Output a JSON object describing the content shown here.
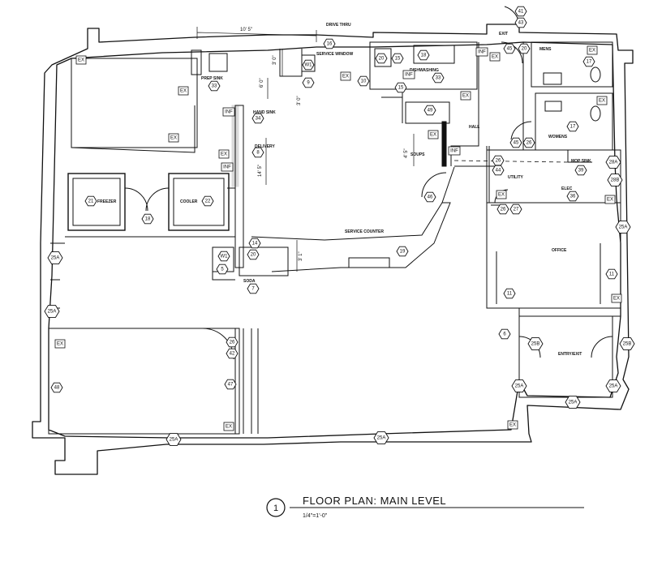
{
  "title": {
    "number": "1",
    "text": "FLOOR PLAN: MAIN LEVEL",
    "scale": "1/4\"=1'-0\""
  },
  "dimensions": {
    "top_width": "10' 5\"",
    "d_3_0_a": "3' 0\"",
    "d_6_0": "6' 0\"",
    "d_3_0_b": "3' 0\"",
    "d_14_5": "14' 5\"",
    "d_4_5": "4' 5\"",
    "d_3_1": "3' 1\""
  },
  "room_labels": {
    "drive_thru": "DRIVE THRU",
    "service_window": "SERVICE WINDOW",
    "prep_sink": "PREP SINK",
    "dishwashing": "DISHWASHING",
    "hand_sink": "HAND SINK",
    "delivery": "DELIVERY",
    "freezer": "FREEZER",
    "cooler": "COOLER",
    "service_counter": "SERVICE COUNTER",
    "soda": "SODA",
    "hall": "HALL",
    "soups": "SOUPS",
    "exit": "EXIT",
    "mens": "MENS",
    "womens": "WOMENS",
    "utility": "UTILITY",
    "mop_sink": "MOP SINK",
    "elec": "ELEC",
    "office": "OFFICE",
    "entry_exit": "ENTRY/EXIT"
  },
  "tags": {
    "t16": "16",
    "t20a": "20",
    "t15a": "15",
    "t18": "18",
    "t33a": "33",
    "t10": "10",
    "t9": "9",
    "w1a": "W1",
    "t33b": "33",
    "t34": "34",
    "t8": "8",
    "t49": "49",
    "t15b": "15",
    "t21": "21",
    "t22": "22",
    "t19": "19",
    "t14": "14",
    "t20b": "20",
    "t5": "5",
    "w1b": "W1",
    "t7": "7",
    "t46": "46",
    "t41": "41",
    "t43": "43",
    "t45a": "45",
    "t20c": "20",
    "t17a": "17",
    "t17b": "17",
    "t45b": "45",
    "t26a": "26",
    "t26b": "26",
    "t44": "44",
    "t39": "39",
    "t28a": "28A",
    "t28b": "28B",
    "t36": "36",
    "t26c": "26",
    "t27": "27",
    "t25a1": "25A",
    "t25a2": "25A",
    "t25a3": "25A",
    "t11a": "11",
    "t11b": "11",
    "t6": "6",
    "t25b1": "25B",
    "t25b2": "25B",
    "t25a4": "25A",
    "t25a5": "25A",
    "t25a6": "25A",
    "t26d": "26",
    "t42": "42",
    "t47": "47",
    "t48": "48",
    "t25a7": "25A",
    "t25a8": "25A",
    "t18b": "18"
  },
  "markers": {
    "ex": "EX",
    "inf": "INF"
  }
}
